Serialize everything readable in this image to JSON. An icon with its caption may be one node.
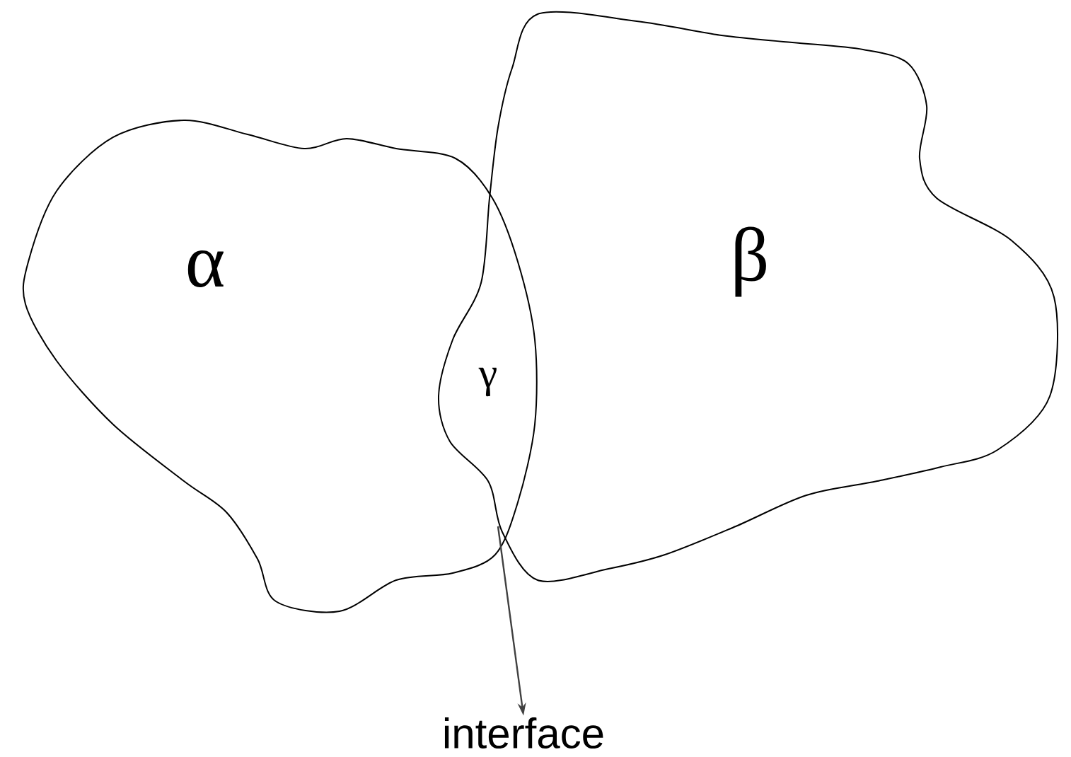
{
  "diagram": {
    "nodes": [
      {
        "text": [
          "α"
        ]
      },
      {
        "text": [
          "β"
        ]
      },
      {
        "text": [
          "γ"
        ]
      },
      {
        "text": [
          "interface"
        ]
      }
    ],
    "edges": [
      {
        "from": 0,
        "to": 3,
        "arrow": "to",
        "color": "#404040"
      }
    ]
  }
}
